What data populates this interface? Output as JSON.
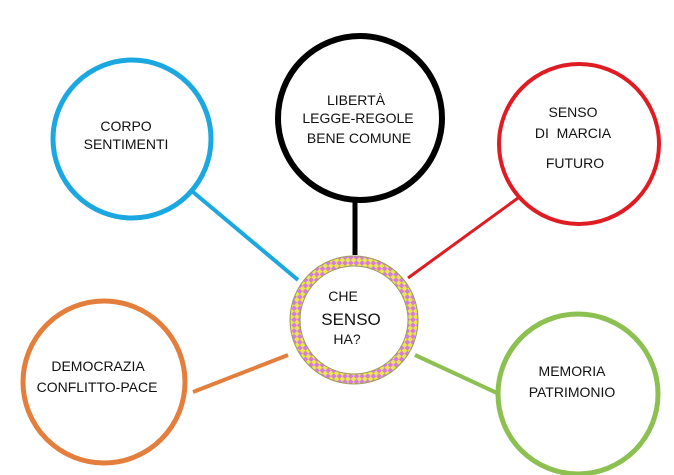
{
  "center": {
    "lines": [
      "CHE",
      "SENSO",
      "HA?"
    ],
    "pattern_colors": [
      "#e8e84a",
      "#d77be0"
    ]
  },
  "nodes": [
    {
      "id": "corpo",
      "lines": [
        "CORPO",
        "SENTIMENTI"
      ],
      "color": "#1ba7e0"
    },
    {
      "id": "liberta",
      "lines": [
        "LIBERTÀ",
        "LEGGE-REGOLE",
        "BENE COMUNE"
      ],
      "color": "#000000"
    },
    {
      "id": "senso",
      "lines": [
        "SENSO",
        "DI  MARCIA",
        "FUTURO"
      ],
      "color": "#e01c23"
    },
    {
      "id": "democrazia",
      "lines": [
        "DEMOCRAZIA",
        "CONFLITTO-PACE"
      ],
      "color": "#e47e3c"
    },
    {
      "id": "memoria",
      "lines": [
        "MEMORIA",
        "PATRIMONIO"
      ],
      "color": "#8cc152"
    }
  ]
}
